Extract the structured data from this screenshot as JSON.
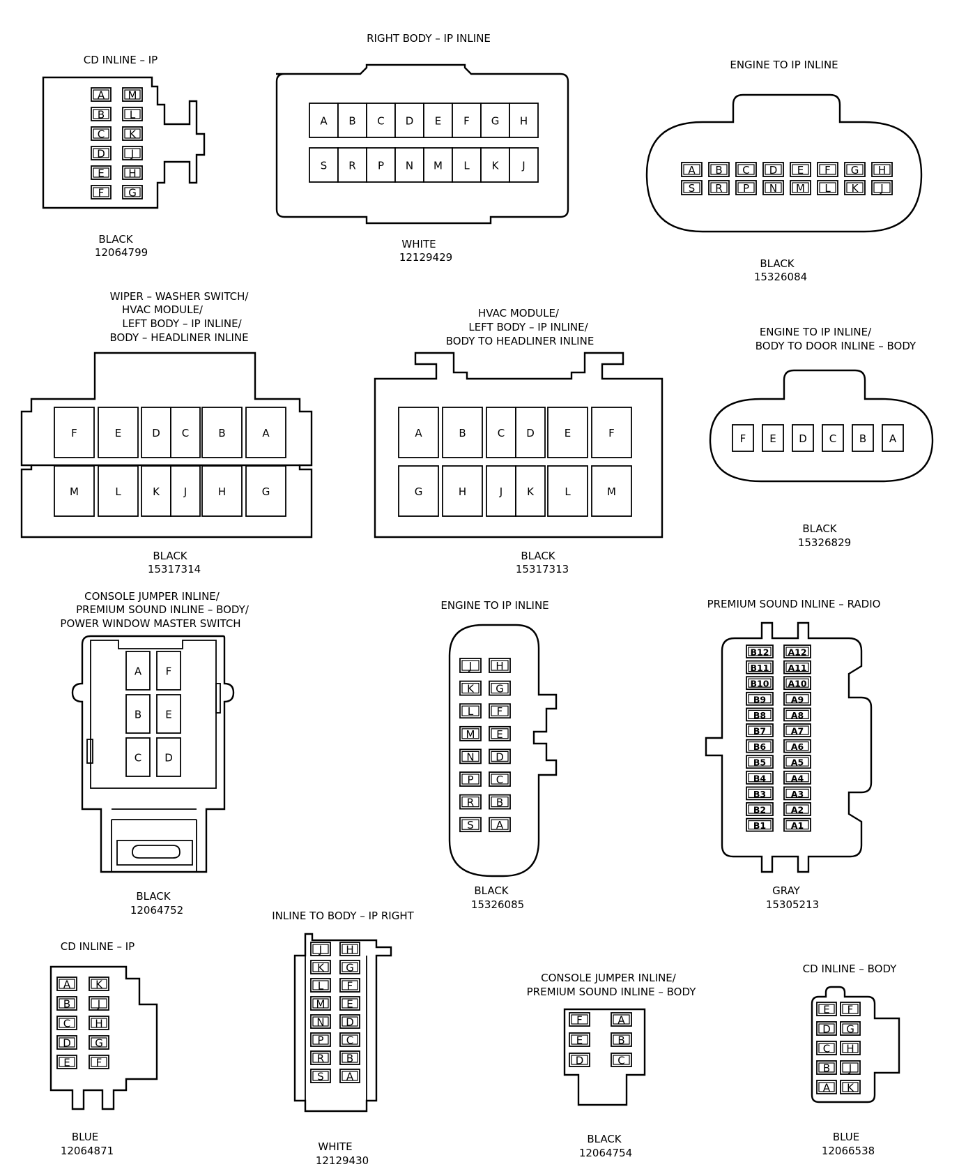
{
  "connectors": {
    "cd_inline_ip": {
      "title": [
        "CD INLINE – IP"
      ],
      "color": "BLACK",
      "part": "12064799",
      "pins": [
        "A",
        "M",
        "B",
        "L",
        "C",
        "K",
        "D",
        "J",
        "E",
        "H",
        "F",
        "G"
      ]
    },
    "right_body_ip": {
      "title": [
        "RIGHT BODY – IP INLINE"
      ],
      "color": "WHITE",
      "part": "12129429",
      "pins": [
        "A",
        "B",
        "C",
        "D",
        "E",
        "F",
        "G",
        "H",
        "S",
        "R",
        "P",
        "N",
        "M",
        "L",
        "K",
        "J"
      ]
    },
    "engine_ip_1": {
      "title": [
        "ENGINE TO IP INLINE"
      ],
      "color": "BLACK",
      "part": "15326084",
      "pins": [
        "A",
        "B",
        "C",
        "D",
        "E",
        "F",
        "G",
        "H",
        "S",
        "R",
        "P",
        "N",
        "M",
        "L",
        "K",
        "J"
      ]
    },
    "wiper_washer": {
      "title": [
        "WIPER – WASHER SWITCH/",
        "HVAC MODULE/",
        "LEFT BODY – IP INLINE/",
        "BODY – HEADLINER INLINE"
      ],
      "color": "BLACK",
      "part": "15317314",
      "pins": [
        "F",
        "E",
        "D",
        "C",
        "B",
        "A",
        "M",
        "L",
        "K",
        "J",
        "H",
        "G"
      ]
    },
    "hvac_module": {
      "title": [
        "HVAC MODULE/",
        "LEFT BODY – IP INLINE/",
        "BODY TO HEADLINER INLINE"
      ],
      "color": "BLACK",
      "part": "15317313",
      "pins": [
        "A",
        "B",
        "C",
        "D",
        "E",
        "F",
        "G",
        "H",
        "J",
        "K",
        "L",
        "M"
      ]
    },
    "engine_ip_door": {
      "title": [
        "ENGINE TO IP INLINE/",
        "BODY TO DOOR INLINE – BODY"
      ],
      "color": "BLACK",
      "part": "15326829",
      "pins": [
        "F",
        "E",
        "D",
        "C",
        "B",
        "A"
      ]
    },
    "console_jumper_pw": {
      "title": [
        "CONSOLE JUMPER INLINE/",
        "PREMIUM SOUND INLINE – BODY/",
        "POWER WINDOW MASTER SWITCH"
      ],
      "color": "BLACK",
      "part": "12064752",
      "pins": [
        "A",
        "F",
        "B",
        "E",
        "C",
        "D"
      ]
    },
    "engine_ip_2": {
      "title": [
        "ENGINE TO IP INLINE"
      ],
      "color": "BLACK",
      "part": "15326085",
      "pins": [
        "J",
        "H",
        "K",
        "G",
        "L",
        "F",
        "M",
        "E",
        "N",
        "D",
        "P",
        "C",
        "R",
        "B",
        "S",
        "A"
      ]
    },
    "premium_sound_radio": {
      "title": [
        "PREMIUM SOUND INLINE – RADIO"
      ],
      "color": "GRAY",
      "part": "15305213",
      "pins": [
        "B12",
        "A12",
        "B11",
        "A11",
        "B10",
        "A10",
        "B9",
        "A9",
        "B8",
        "A8",
        "B7",
        "A7",
        "B6",
        "A6",
        "B5",
        "A5",
        "B4",
        "A4",
        "B3",
        "A3",
        "B2",
        "A2",
        "B1",
        "A1"
      ]
    },
    "cd_inline_ip_2": {
      "title": [
        "CD INLINE – IP"
      ],
      "color": "BLUE",
      "part": "12064871",
      "pins": [
        "A",
        "K",
        "B",
        "J",
        "C",
        "H",
        "D",
        "G",
        "E",
        "F"
      ]
    },
    "inline_body_ip_right": {
      "title": [
        "INLINE TO BODY – IP RIGHT"
      ],
      "color": "WHITE",
      "part": "12129430",
      "pins": [
        "J",
        "H",
        "K",
        "G",
        "L",
        "F",
        "M",
        "E",
        "N",
        "D",
        "P",
        "C",
        "R",
        "B",
        "S",
        "A"
      ]
    },
    "console_jumper_body": {
      "title": [
        "CONSOLE JUMPER INLINE/",
        "PREMIUM SOUND INLINE – BODY"
      ],
      "color": "BLACK",
      "part": "12064754",
      "pins": [
        "F",
        "A",
        "E",
        "B",
        "D",
        "C"
      ]
    },
    "cd_inline_body": {
      "title": [
        "CD INLINE – BODY"
      ],
      "color": "BLUE",
      "part": "12066538",
      "pins": [
        "E",
        "F",
        "D",
        "G",
        "C",
        "H",
        "B",
        "J",
        "A",
        "K"
      ]
    }
  }
}
